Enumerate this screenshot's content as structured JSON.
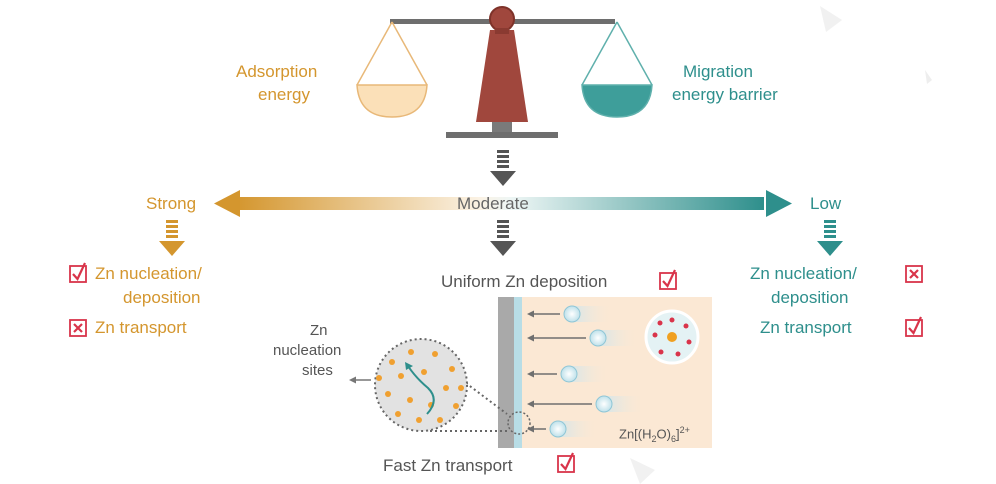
{
  "scale": {
    "left_label_line1": "Adsorption",
    "left_label_line2": "energy",
    "right_label_line1": "Migration",
    "right_label_line2": "energy barrier"
  },
  "spectrum": {
    "left": "Strong",
    "center": "Moderate",
    "right": "Low"
  },
  "left_panel": {
    "item1_line1": "Zn nucleation/",
    "item1_line2": "deposition",
    "item2": "Zn transport",
    "item1_mark": "check",
    "item2_mark": "cross"
  },
  "right_panel": {
    "item1_line1": "Zn nucleation/",
    "item1_line2": "deposition",
    "item2": "Zn transport",
    "item1_mark": "cross",
    "item2_mark": "check"
  },
  "center_panel": {
    "top_label": "Uniform Zn deposition",
    "bottom_label": "Fast Zn transport",
    "sites_line1": "Zn",
    "sites_line2": "nucleation",
    "sites_line3": "sites",
    "ion_label": "Zn[(H2O)6]2+",
    "ion_prefix": "Zn[(H",
    "ion_sub1": "2",
    "ion_mid": "O)",
    "ion_sub2": "6",
    "ion_close": "]",
    "ion_sup": "2+"
  },
  "colors": {
    "orange": "#d4962e",
    "teal": "#2e8f8c",
    "check_red": "#d9344a",
    "balance_brown": "#a0473d",
    "panel_bg": "#fbe8d4"
  },
  "icons": [
    "check-icon",
    "cross-icon",
    "down-arrow-icon",
    "balance-scale-icon"
  ]
}
